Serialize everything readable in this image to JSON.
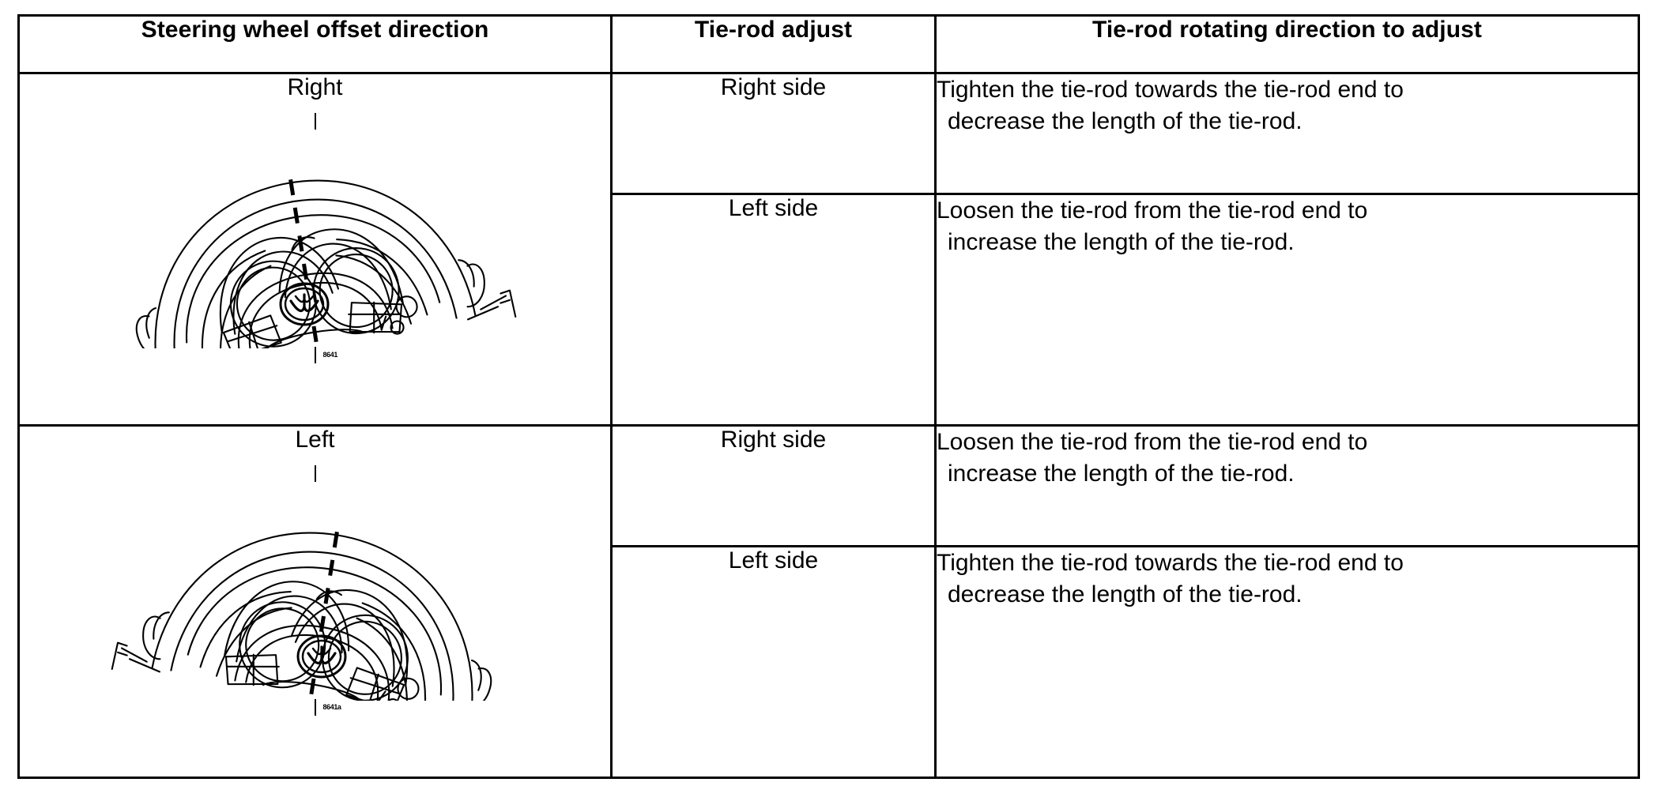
{
  "table": {
    "headers": [
      "Steering wheel offset direction",
      "Tie-rod adjust",
      "Tie-rod rotating direction to adjust"
    ],
    "rows": [
      {
        "direction": "Right",
        "illustration": {
          "name": "steering-wheel-offset-right",
          "id_label": "8641",
          "tilt_degrees": -9
        },
        "adjustments": [
          {
            "side": "Right side",
            "line1": "Tighten the tie-rod towards the tie-rod end to",
            "line2": "decrease the length of the tie-rod."
          },
          {
            "side": "Left side",
            "line1": "Loosen the tie-rod from the tie-rod end to",
            "line2": "increase the length of the tie-rod."
          }
        ]
      },
      {
        "direction": "Left",
        "illustration": {
          "name": "steering-wheel-offset-left",
          "id_label": "8641a",
          "tilt_degrees": 9
        },
        "adjustments": [
          {
            "side": "Right side",
            "line1": "Loosen the tie-rod from the tie-rod end to",
            "line2": "increase the length of the tie-rod."
          },
          {
            "side": "Left side",
            "line1": "Tighten the tie-rod towards the tie-rod end to",
            "line2": "decrease the length of the tie-rod."
          }
        ]
      }
    ]
  },
  "colors": {
    "border": "#000000",
    "text": "#000000",
    "background": "#ffffff",
    "line_art": "#000000"
  }
}
